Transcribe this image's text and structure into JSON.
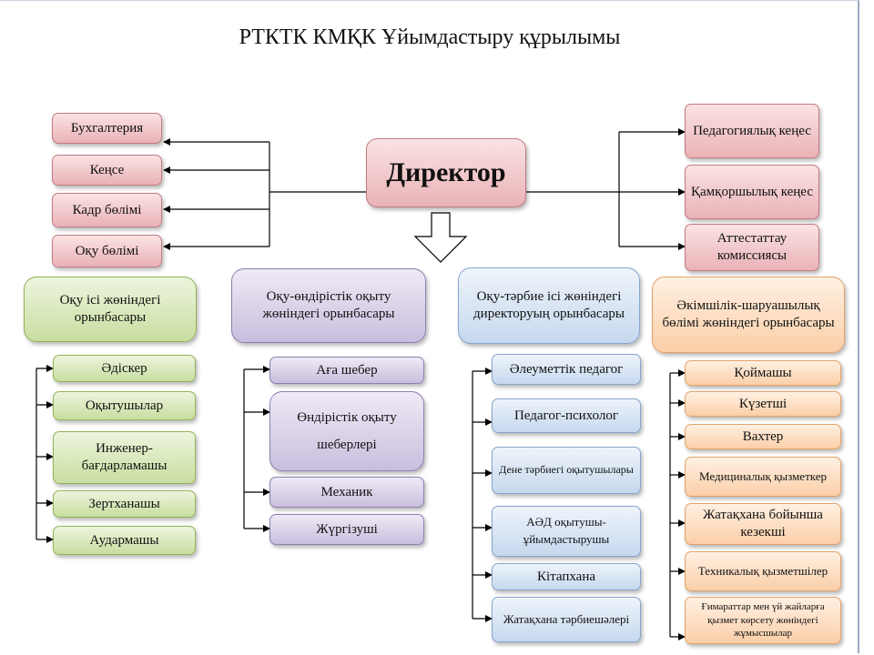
{
  "title": "РТКТК  КМҚК Ұйымдастыру құрылымы",
  "director": "Директор",
  "left_units": [
    "Бухгалтерия",
    "Кеңсе",
    "Кадр бөлімі",
    "Оқу бөлімі"
  ],
  "right_units": [
    "Педагогиялық кеңес",
    "Қамқоршылық кеңес",
    "Аттестаттау комиссиясы"
  ],
  "deputies": [
    {
      "title": "Оқу ісі жөніндегі орынбасары",
      "items": [
        "Әдіскер",
        "Оқытушылар",
        "Инженер-бағдарламашы",
        "Зертханашы",
        "Аудармашы"
      ]
    },
    {
      "title": "Оқу-өндірістік оқыту жөніндегі орынбасары",
      "items": [
        "Аға шебер",
        "Өндірістік оқыту шеберлері",
        "Механик",
        "Жүргізуші"
      ]
    },
    {
      "title": "Оқу-тәрбие ісі жөніндегі директоруың орынбасары",
      "items": [
        "Әлеуметтік педагог",
        "Педагог-психолог",
        "Дене тәрбиегі оқытушылары",
        "АӘД оқытушы-ұйымдастырушы",
        "Кітапхана",
        "Жатақхана тәрбиешәлері"
      ]
    },
    {
      "title": "Әкімшілік-шаруашылық бөлімі жөніндегі орынбасары",
      "items": [
        "Қоймашы",
        "Күзетші",
        "Вахтер",
        "Медициналық қызметкер",
        "Жатақхана бойынша кезекші",
        "Техникалық қызметшілер",
        "Ғимараттар мен үй жайларға қызмет көрсету жөніндегі жұмысшылар"
      ]
    }
  ]
}
